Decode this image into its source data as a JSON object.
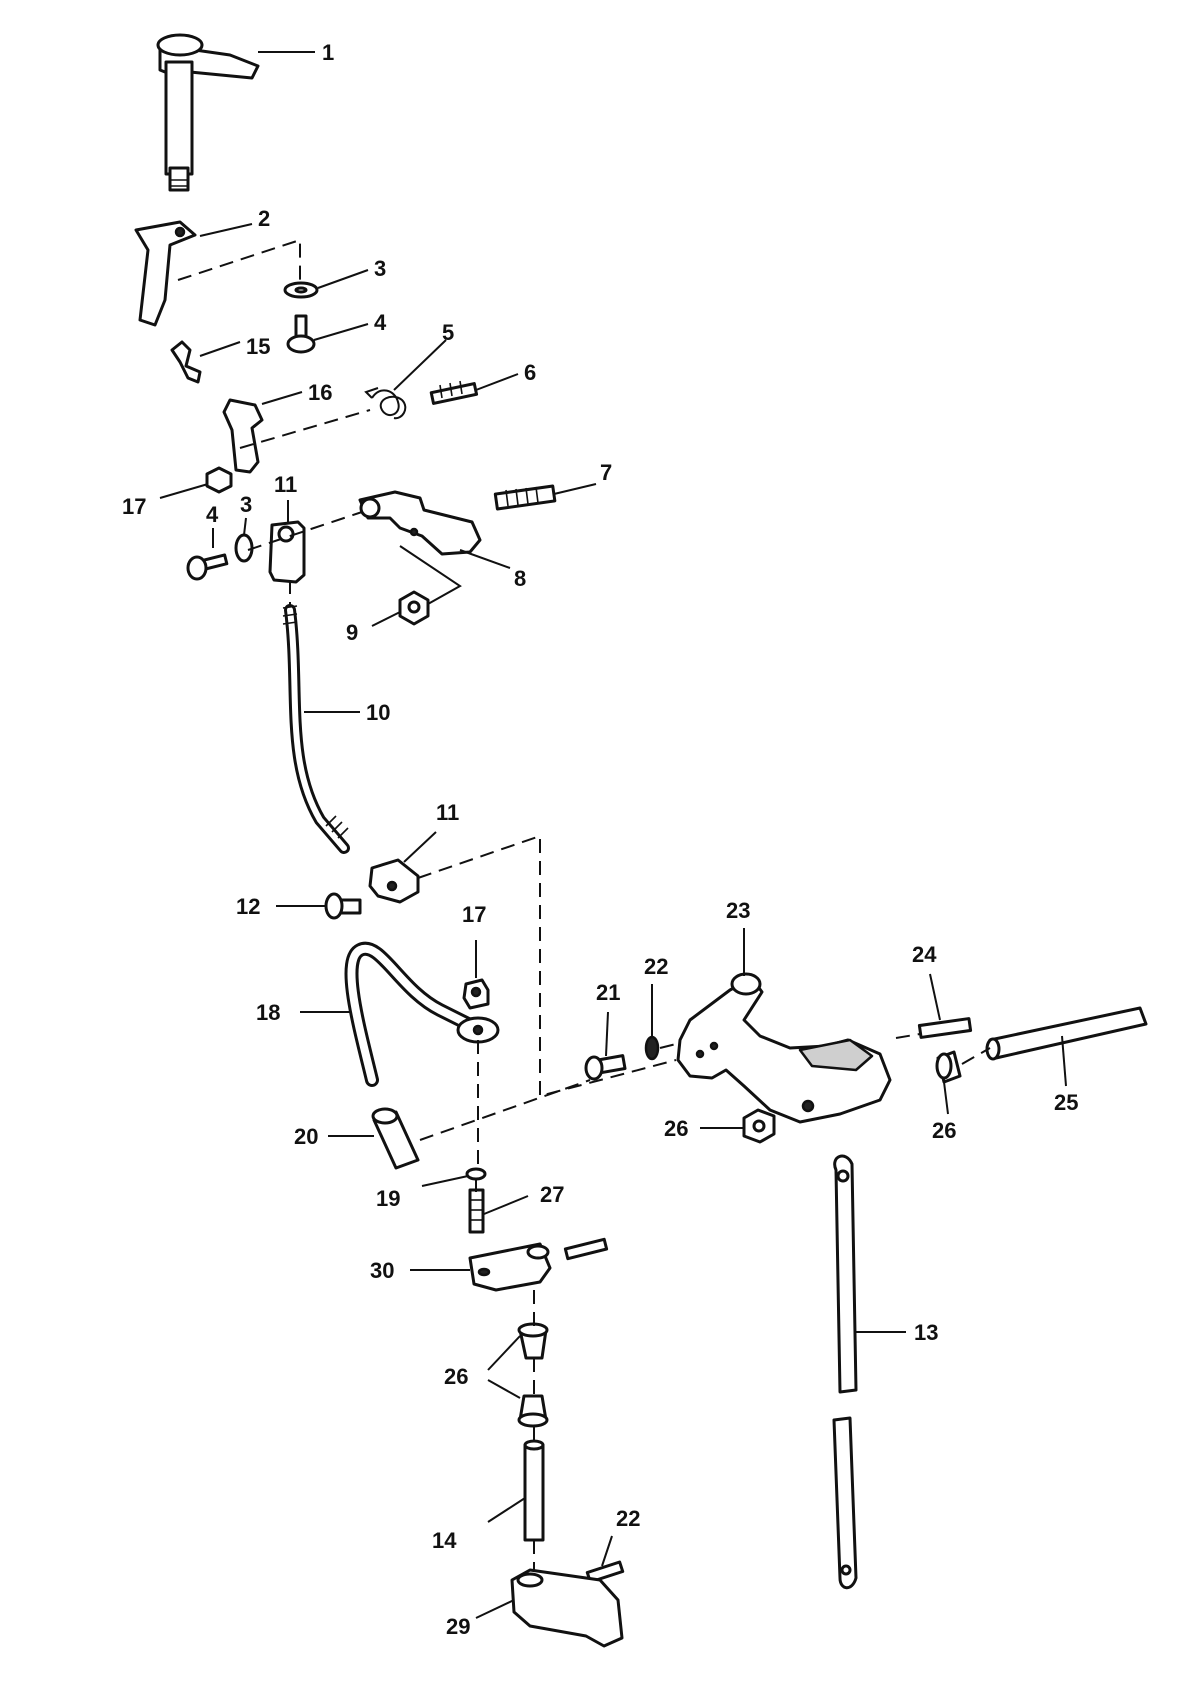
{
  "callouts": {
    "c1": "1",
    "c2": "2",
    "c3a": "3",
    "c4a": "4",
    "c5": "5",
    "c6": "6",
    "c7": "7",
    "c8": "8",
    "c9": "9",
    "c10": "10",
    "c11a": "11",
    "c11b": "11",
    "c12": "12",
    "c13": "13",
    "c14": "14",
    "c15": "15",
    "c16": "16",
    "c17a": "17",
    "c17b": "17",
    "c18": "18",
    "c19": "19",
    "c20": "20",
    "c21": "21",
    "c22a": "22",
    "c22b": "22",
    "c23": "23",
    "c24": "24",
    "c25": "25",
    "c26a": "26",
    "c26b": "26",
    "c26c": "26",
    "c27": "27",
    "c29": "29",
    "c30": "30",
    "c3b": "3",
    "c4b": "4"
  }
}
